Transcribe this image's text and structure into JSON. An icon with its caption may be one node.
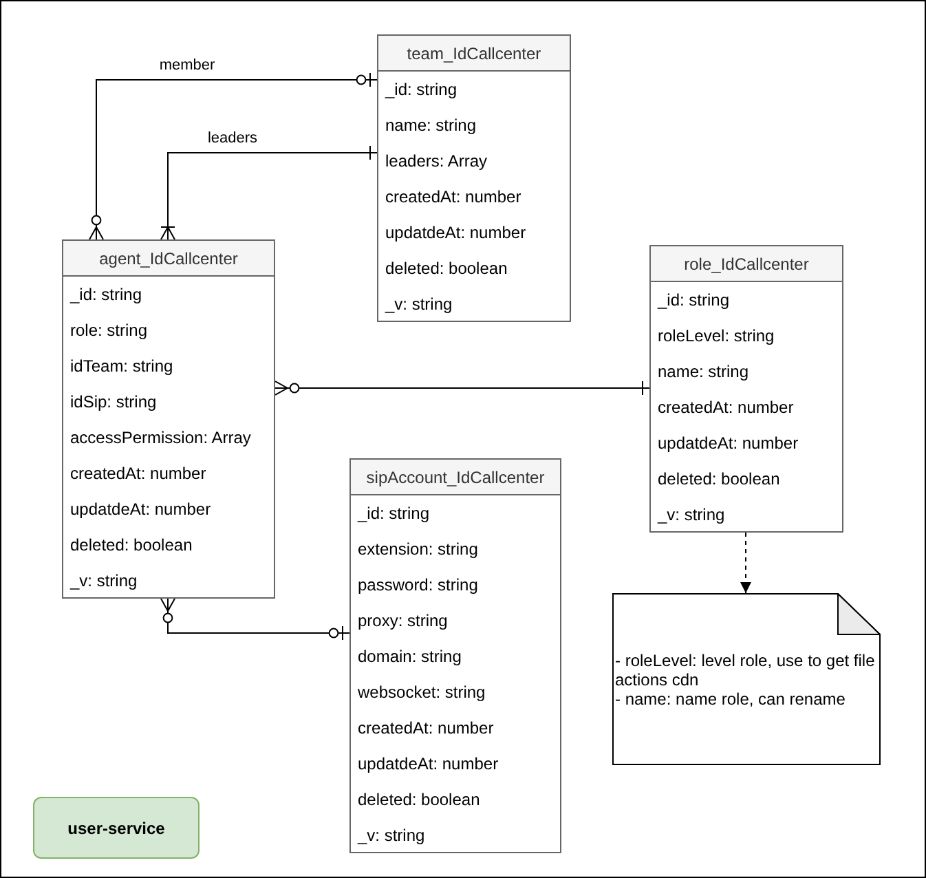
{
  "diagram": {
    "nodes": [
      {
        "text": [
          "team_IdCallcenter",
          "_id: string",
          "name: string",
          "leaders: Array",
          "createdAt: number",
          "updatdeAt: number",
          "deleted: boolean",
          "_v: string"
        ]
      },
      {
        "text": [
          "agent_IdCallcenter",
          "_id: string",
          "role: string",
          "idTeam: string",
          "idSip: string",
          "accessPermission: Array",
          "createdAt: number",
          "updatdeAt: number",
          "deleted: boolean",
          "_v: string"
        ]
      },
      {
        "text": [
          "role_IdCallcenter",
          "_id: string",
          "roleLevel: string",
          "name: string",
          "createdAt: number",
          "updatdeAt: number",
          "deleted: boolean",
          "_v: string"
        ]
      },
      {
        "text": [
          "sipAccount_IdCallcenter",
          "_id: string",
          "extension: string",
          "password: string",
          "proxy: string",
          "domain: string",
          "websocket: string",
          "createdAt: number",
          "updatdeAt: number",
          "deleted: boolean",
          "_v: string"
        ]
      },
      {
        "text": [
          "- roleLevel: level role, use to get file actions cdn",
          "- name: name role, can rename"
        ]
      },
      {
        "text": [
          "user-service"
        ]
      }
    ],
    "edges": [
      {
        "from": 1,
        "to": 0,
        "arrow": "other",
        "label": "member"
      },
      {
        "from": 1,
        "to": 0,
        "arrow": "other",
        "label": "leaders"
      },
      {
        "from": 1,
        "to": 2,
        "arrow": "other"
      },
      {
        "from": 1,
        "to": 3,
        "arrow": "other"
      },
      {
        "from": 2,
        "to": 4,
        "arrow": "to",
        "style": "dashed"
      }
    ]
  }
}
